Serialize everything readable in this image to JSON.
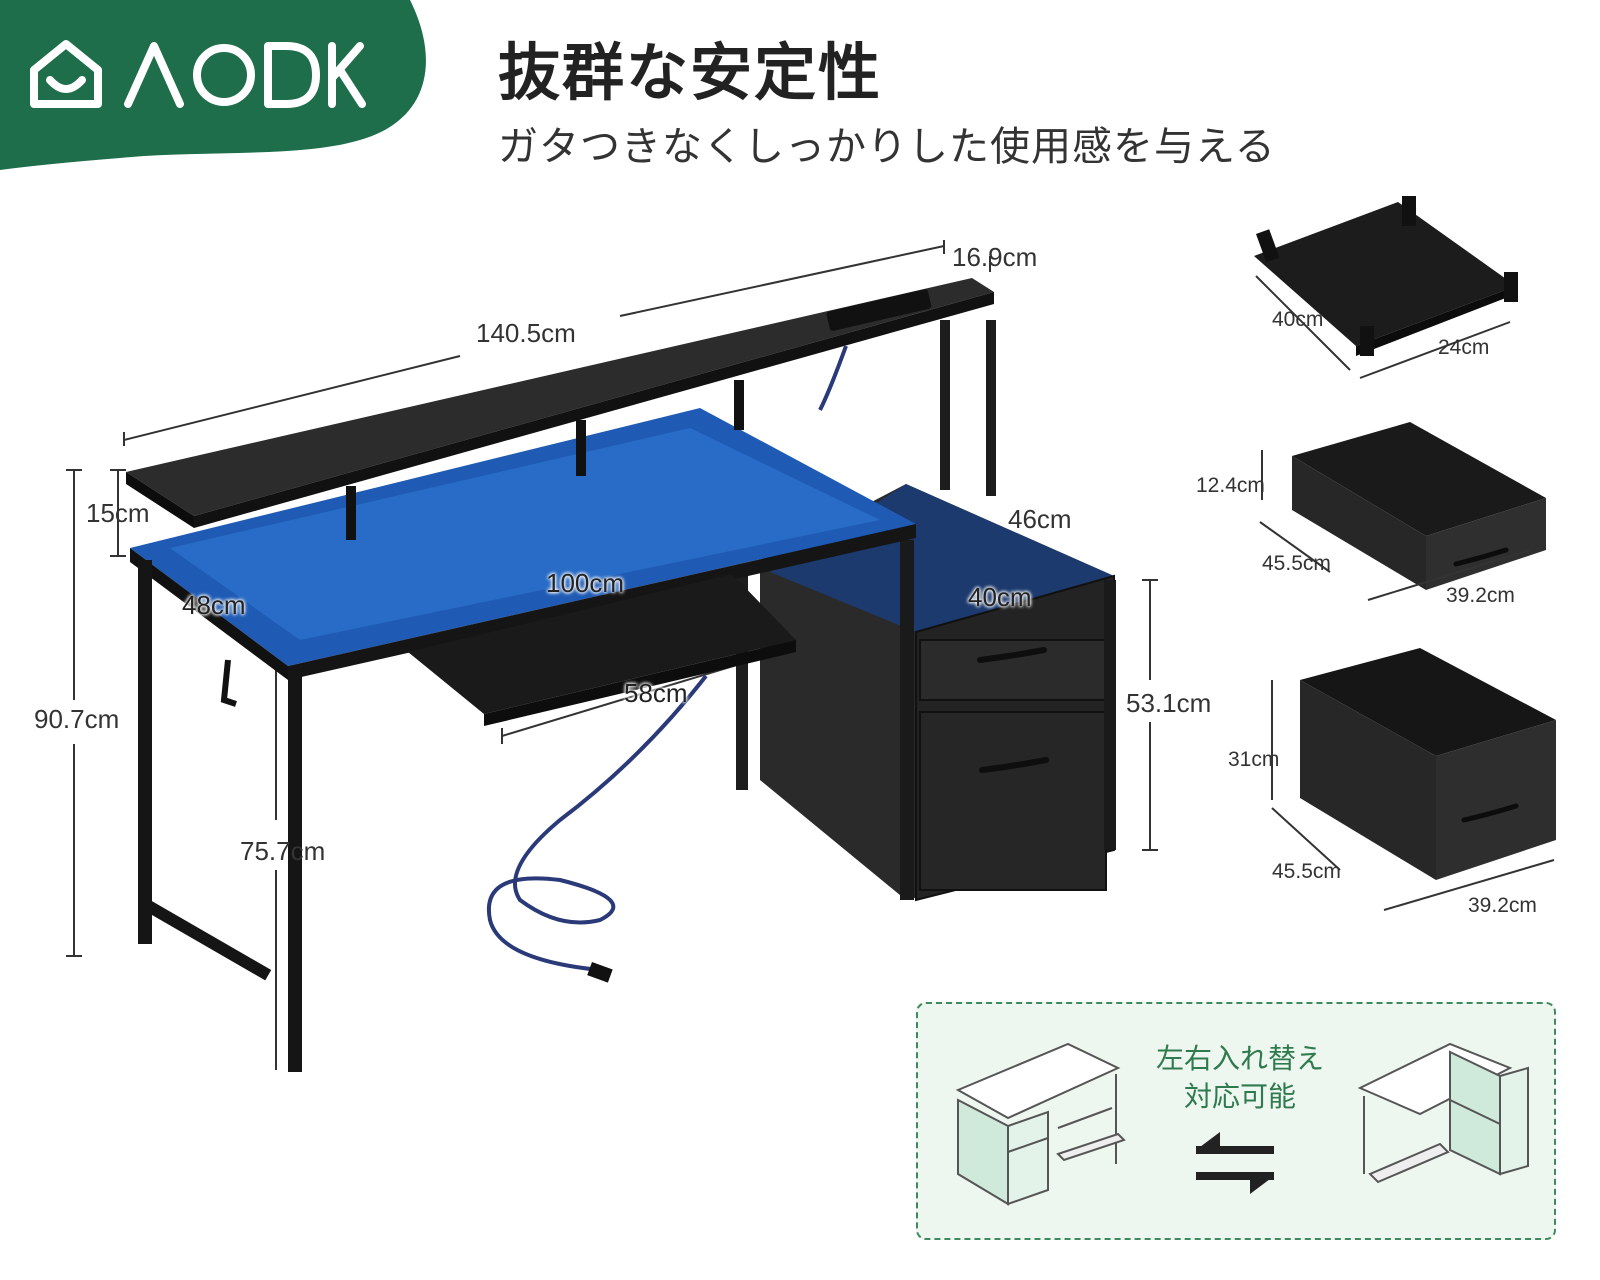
{
  "brand": {
    "logo_text": "AODK",
    "accent_color": "#1e6e4b"
  },
  "header": {
    "title": "抜群な安定性",
    "subtitle": "ガタつきなくしっかりした使用感を与える"
  },
  "desk_dimensions": {
    "shelf_depth": "16.9cm",
    "total_width": "140.5cm",
    "shelf_height": "15cm",
    "cabinet_depth": "46cm",
    "desk_width": "100cm",
    "desk_depth": "48cm",
    "cabinet_width": "40cm",
    "keyboard_tray_width": "58cm",
    "total_height": "90.7cm",
    "cabinet_height": "53.1cm",
    "desk_height": "75.7cm"
  },
  "drawers": [
    {
      "name": "keyboard-tray",
      "depth": "40cm",
      "width": "24cm"
    },
    {
      "name": "small-drawer",
      "height": "12.4cm",
      "depth": "45.5cm",
      "width": "39.2cm"
    },
    {
      "name": "large-drawer",
      "height": "31cm",
      "depth": "45.5cm",
      "width": "39.2cm"
    }
  ],
  "swap_box": {
    "line1": "左右入れ替え",
    "line2": "対応可能",
    "icon": "swap-arrows-icon",
    "color": "#2f7a4e"
  }
}
